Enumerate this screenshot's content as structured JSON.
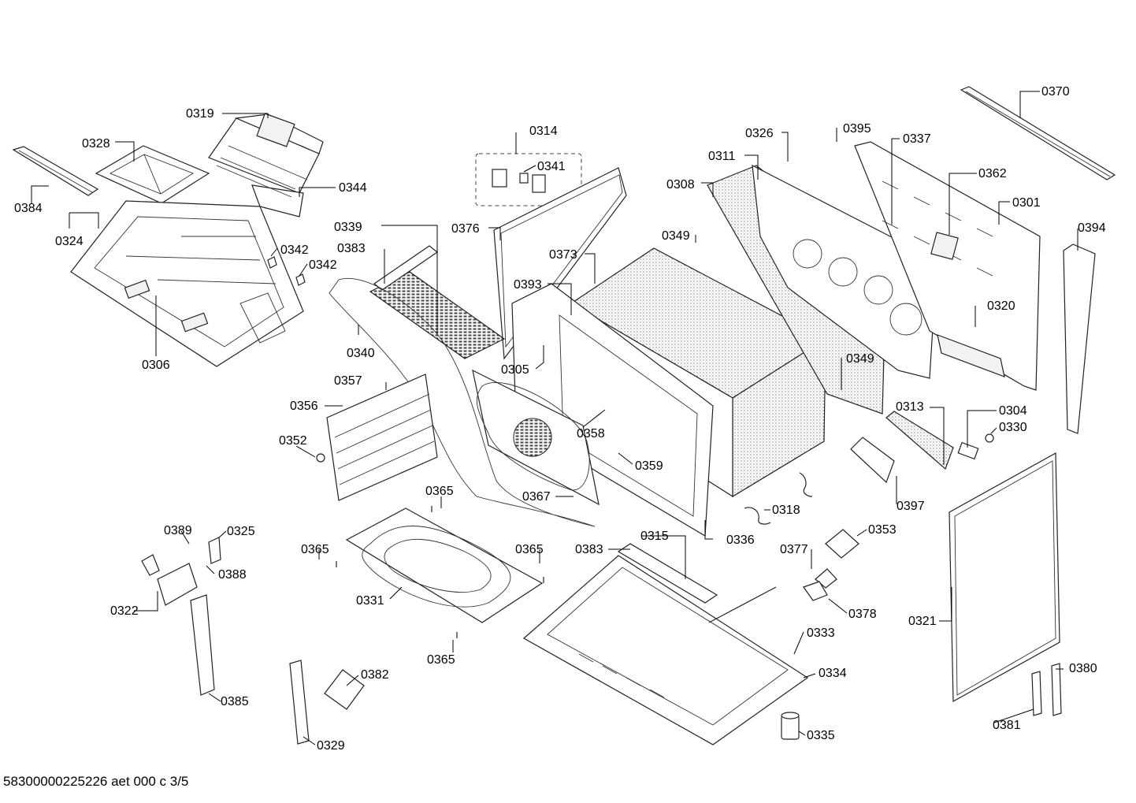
{
  "footer": "58300000225226 aet 000 c 3/5",
  "labels": {
    "p0370": "0370",
    "p0319": "0319",
    "p0314": "0314",
    "p0326": "0326",
    "p0395": "0395",
    "p0337": "0337",
    "p0328": "0328",
    "p0341": "0341",
    "p0311": "0311",
    "p0362": "0362",
    "p0344": "0344",
    "p0308": "0308",
    "p0301": "0301",
    "p0384": "0384",
    "p0339": "0339",
    "p0376": "0376",
    "p0394": "0394",
    "p0324": "0324",
    "p0349a": "0349",
    "p0383a": "0383",
    "p0342a": "0342",
    "p0342b": "0342",
    "p0373": "0373",
    "p0393": "0393",
    "p0320": "0320",
    "p0340": "0340",
    "p0306": "0306",
    "p0349b": "0349",
    "p0305": "0305",
    "p0357": "0357",
    "p0356": "0356",
    "p0313": "0313",
    "p0304": "0304",
    "p0358": "0358",
    "p0330": "0330",
    "p0352": "0352",
    "p0359": "0359",
    "p0365a": "0365",
    "p0367": "0367",
    "p0397": "0397",
    "p0318": "0318",
    "p0389": "0389",
    "p0325": "0325",
    "p0353": "0353",
    "p0315": "0315",
    "p0336": "0336",
    "p0365b": "0365",
    "p0365c": "0365",
    "p0383b": "0383",
    "p0377": "0377",
    "p0388": "0388",
    "p0331": "0331",
    "p0322": "0322",
    "p0378": "0378",
    "p0321": "0321",
    "p0333": "0333",
    "p0365d": "0365",
    "p0380": "0380",
    "p0382": "0382",
    "p0334": "0334",
    "p0385": "0385",
    "p0381": "0381",
    "p0335": "0335",
    "p0329": "0329"
  }
}
